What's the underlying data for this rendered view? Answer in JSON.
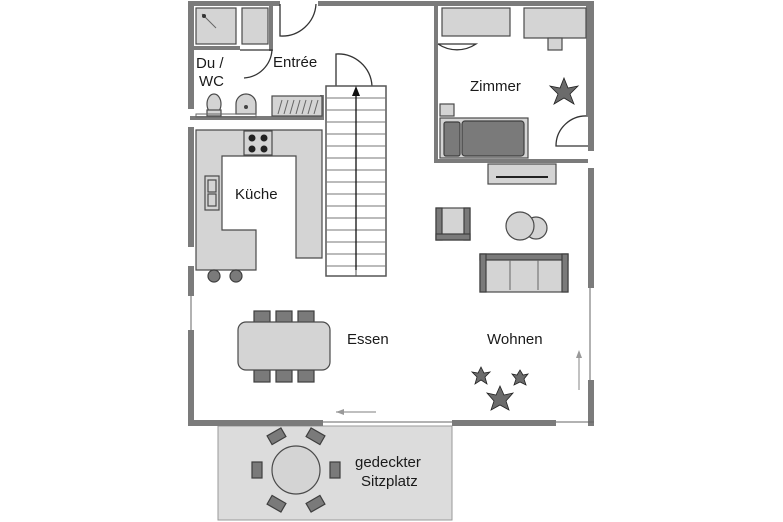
{
  "rooms": {
    "du_wc_line1": "Du /",
    "du_wc_line2": "WC",
    "entree": "Entrée",
    "zimmer": "Zimmer",
    "kueche": "Küche",
    "essen": "Essen",
    "wohnen": "Wohnen",
    "terrace_line1": "gedeckter",
    "terrace_line2": "Sitzplatz"
  },
  "colors": {
    "wall": "#7b7b7b",
    "furniture": "#d4d4d4",
    "furniture_dark": "#7a7a7a",
    "terrace": "#dcdcdc",
    "outline": "#3e3e3e"
  },
  "icons": [
    "plant-icon",
    "stove-icon",
    "sink-icon",
    "toilet-icon",
    "shower-icon",
    "arrow-icon"
  ]
}
